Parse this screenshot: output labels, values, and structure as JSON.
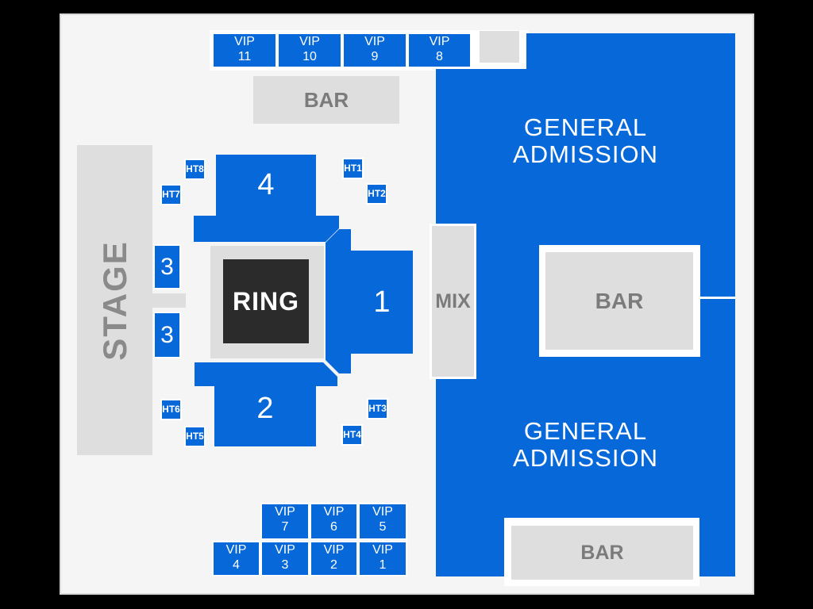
{
  "colors": {
    "section_blue": "#0668D9",
    "neutral_gray": "#DEDEDE",
    "canvas_background": "#F5F5F5",
    "ring_black": "#2B2B2B",
    "gray_text": "#7B7B7B",
    "white": "#FFFFFF"
  },
  "stage": {
    "label": "STAGE"
  },
  "ring": {
    "label": "RING"
  },
  "mix": {
    "label": "MIX"
  },
  "bar_top": {
    "label": "BAR"
  },
  "bar_middle": {
    "label": "BAR"
  },
  "bar_bottom": {
    "label": "BAR"
  },
  "ga_upper": {
    "line1": "GENERAL",
    "line2": "ADMISSION"
  },
  "ga_lower": {
    "line1": "GENERAL",
    "line2": "ADMISSION"
  },
  "sections": {
    "one": "1",
    "two": "2",
    "three_upper": "3",
    "three_lower": "3",
    "four": "4"
  },
  "ht": {
    "ht1": "HT1",
    "ht2": "HT2",
    "ht3": "HT3",
    "ht4": "HT4",
    "ht5": "HT5",
    "ht6": "HT6",
    "ht7": "HT7",
    "ht8": "HT8"
  },
  "vip_top": [
    {
      "line1": "VIP",
      "line2": "11"
    },
    {
      "line1": "VIP",
      "line2": "10"
    },
    {
      "line1": "VIP",
      "line2": "9"
    },
    {
      "line1": "VIP",
      "line2": "8"
    }
  ],
  "vip_bottom_row1": [
    {
      "line1": "VIP",
      "line2": "7"
    },
    {
      "line1": "VIP",
      "line2": "6"
    },
    {
      "line1": "VIP",
      "line2": "5"
    }
  ],
  "vip_bottom_row2": [
    {
      "line1": "VIP",
      "line2": "4"
    },
    {
      "line1": "VIP",
      "line2": "3"
    },
    {
      "line1": "VIP",
      "line2": "2"
    },
    {
      "line1": "VIP",
      "line2": "1"
    }
  ]
}
